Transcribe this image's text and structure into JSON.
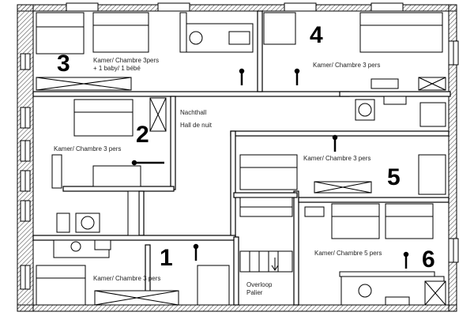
{
  "rooms": [
    {
      "number": "3",
      "label_line1": "Kamer/ Chambre 3pers",
      "label_line2": "+ 1 baby/ 1 bébé"
    },
    {
      "number": "4",
      "label_line1": "Kamer/ Chambre 3 pers"
    },
    {
      "number": "2",
      "label_line1": "Kamer/ Chambre 3 pers"
    },
    {
      "number": "5",
      "label_line1": "Kamer/ Chambre 3 pers"
    },
    {
      "number": "1",
      "label_line1": "Kamer/ Chambre 3 pers"
    },
    {
      "number": "6",
      "label_line1": "Kamer/ Chambre 5 pers"
    }
  ],
  "hall": {
    "line1": "Nachthall",
    "line2": "Hall de nuit"
  },
  "landing": {
    "line1": "Overloop",
    "line2": "Palier"
  },
  "colors": {
    "wall": "#000000",
    "wall_hatch": "#444444",
    "furniture": "#000000",
    "window": "#222222"
  }
}
